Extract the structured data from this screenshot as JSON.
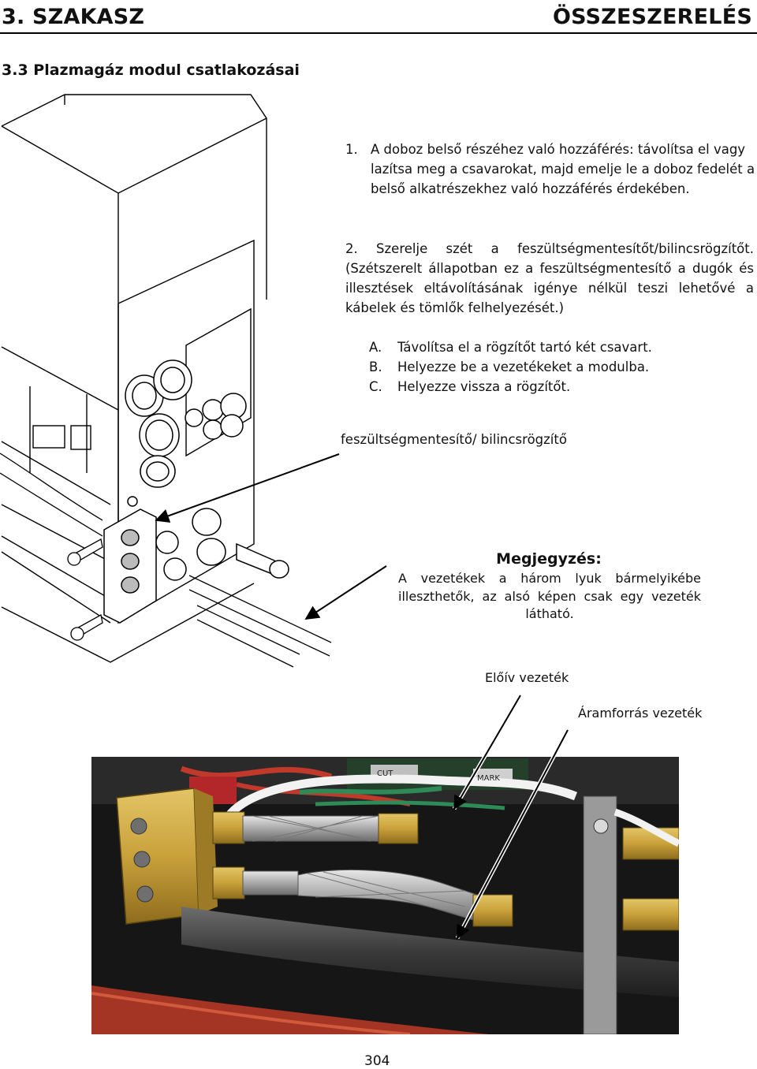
{
  "header": {
    "section": "3. SZAKASZ",
    "title": "ÖSSZESZERELÉS"
  },
  "section_title": "3.3 Plazmagáz modul csatlakozásai",
  "steps": {
    "step1_number": "1.",
    "step1_text": "A doboz belső részéhez való hozzáférés: távolítsa el vagy lazítsa meg a csavarokat, majd emelje le a doboz fedelét a belső alkatrészekhez való hozzáférés érdekében.",
    "step2_text": "2. Szerelje szét a feszültségmentesítőt/bilincsrögzítőt. (Szétszerelt állapotban ez a feszültségmentesítő a dugók és illesztések eltávolításának igénye nélkül teszi lehetővé a kábelek és tömlők felhelyezését.)",
    "substeps": [
      {
        "letter": "A.",
        "text": "Távolítsa el a rögzítőt tartó két csavart."
      },
      {
        "letter": "B.",
        "text": "Helyezze be a vezetékeket a modulba."
      },
      {
        "letter": "C.",
        "text": "Helyezze vissza a rögzítőt."
      }
    ]
  },
  "labels": {
    "strain_relief": "feszültségmentesítő/ bilincsrögzítő",
    "preark_lead": "Előív vezeték",
    "power_lead": "Áramforrás vezeték"
  },
  "note": {
    "title": "Megjegyzés:",
    "text": "A vezetékek a három lyuk bármelyikébe illeszthetők, az alsó képen csak egy vezeték látható."
  },
  "photo": {
    "text_cut": "CUT",
    "text_mark": "MARK"
  },
  "page_number": "304",
  "colors": {
    "text": "#111111",
    "brass": "#c9a13b",
    "photo_dark": "#161616",
    "wire_red": "#c0392b",
    "wire_green": "#2e8b57"
  }
}
